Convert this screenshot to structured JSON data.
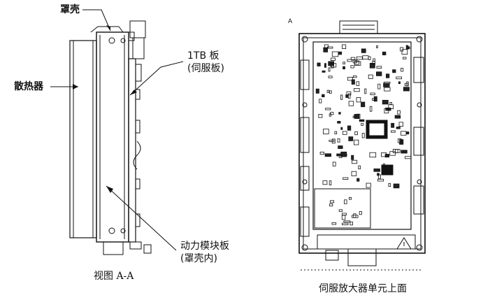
{
  "labels": {
    "cover": "罩壳",
    "heatsink": "散热器",
    "tb_board_line1": "1TB 板",
    "tb_board_line2": "(伺服板)",
    "power_board_line1": "动力模块板",
    "power_board_line2": "(罩壳内)",
    "view_marker": "A"
  },
  "captions": {
    "left": "视图 A-A",
    "right": "伺服放大器单元上面"
  },
  "colors": {
    "ink": "#111111",
    "background": "#ffffff"
  }
}
